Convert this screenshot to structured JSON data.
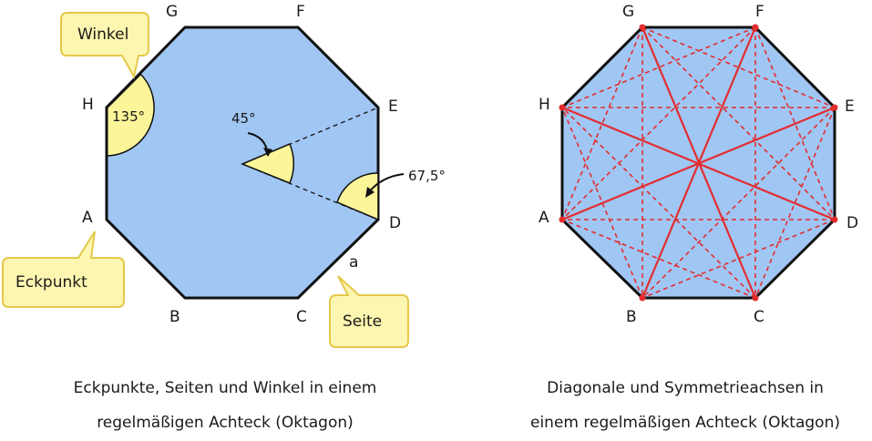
{
  "left_figure": {
    "vertices": {
      "G": "G",
      "F": "F",
      "E": "E",
      "D": "D",
      "C": "C",
      "B": "B",
      "A": "A",
      "H": "H"
    },
    "side_label": "a",
    "angles": {
      "interior": "135°",
      "center": "45°",
      "base": "67,5°"
    },
    "bubbles": {
      "angle": "Winkel",
      "vertex": "Eckpunkt",
      "side": "Seite"
    },
    "caption": [
      "Eckpunkte, Seiten und Winkel in einem",
      "regelmäßigen Achteck (Oktagon)"
    ]
  },
  "right_figure": {
    "vertices": {
      "G": "G",
      "F": "F",
      "E": "E",
      "D": "D",
      "C": "C",
      "B": "B",
      "A": "A",
      "H": "H"
    },
    "caption": [
      "Diagonale und Symmetrieachsen in",
      "einem regelmäßigen Achteck (Oktagon)"
    ]
  },
  "colors": {
    "octagon_fill": "#a0c6f4",
    "angle_fill": "#fcf59a",
    "bubble_fill": "#fdf6b0",
    "bubble_stroke": "#e5c84a",
    "diagonal": "#e32d2d",
    "outline": "#111111"
  }
}
